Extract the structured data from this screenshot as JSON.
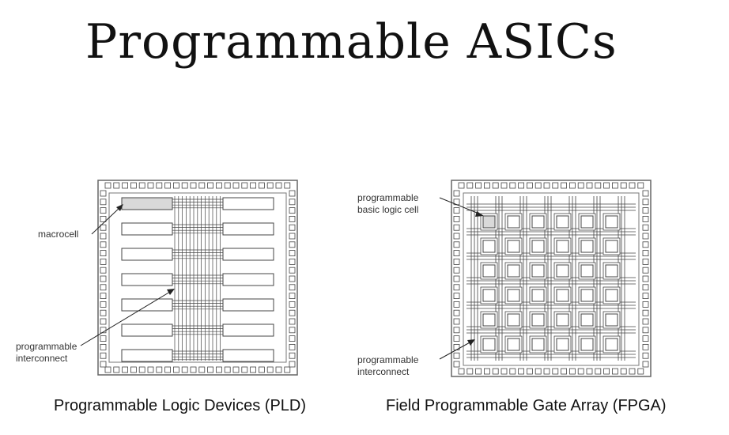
{
  "slide": {
    "title": "Programmable ASICs"
  },
  "pld": {
    "labels": {
      "macrocell": "macrocell",
      "interconnect_line1": "programmable",
      "interconnect_line2": "interconnect"
    },
    "caption": "Programmable Logic Devices (PLD)"
  },
  "fpga": {
    "labels": {
      "cell_line1": "programmable",
      "cell_line2": "basic logic cell",
      "interconnect_line1": "programmable",
      "interconnect_line2": "interconnect"
    },
    "caption": "Field Programmable Gate Array (FPGA)"
  },
  "colors": {
    "line": "#444444",
    "highlight": "#d9d9d9"
  }
}
